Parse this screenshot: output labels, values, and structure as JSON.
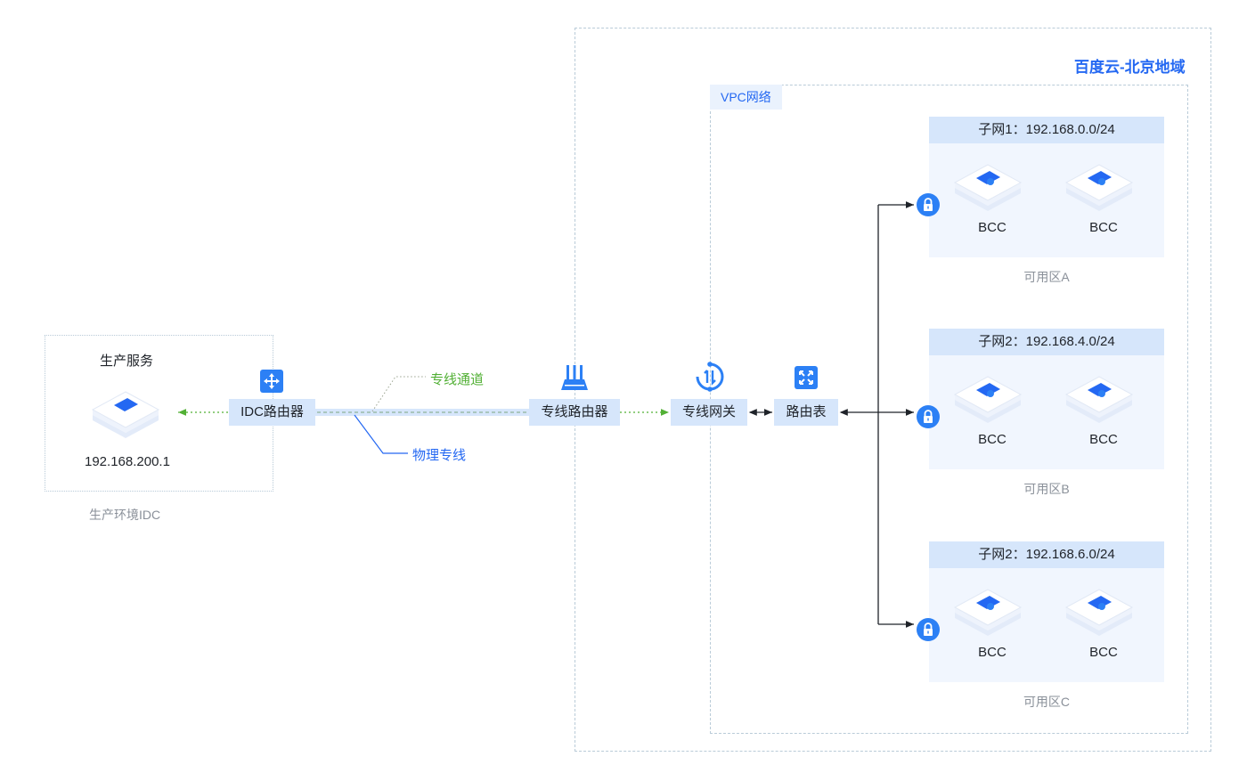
{
  "idc": {
    "service_title": "生产服务",
    "server_ip": "192.168.200.1",
    "env_label": "生产环境IDC",
    "router_label": "IDC路由器"
  },
  "links": {
    "tunnel_label": "专线通道",
    "physical_label": "物理专线",
    "tunnel_color": "#52b035",
    "physical_color": "#2468f2"
  },
  "cloud": {
    "region_title": "百度云-北京地域",
    "dedicated_router_label": "专线路由器",
    "gateway_label": "专线网关",
    "route_table_label": "路由表",
    "vpc_label": "VPC网络",
    "subnets": [
      {
        "header": "子网1：192.168.0.0/24",
        "instances": [
          "BCC",
          "BCC"
        ],
        "zone": "可用区A"
      },
      {
        "header": "子网2：192.168.4.0/24",
        "instances": [
          "BCC",
          "BCC"
        ],
        "zone": "可用区B"
      },
      {
        "header": "子网2：192.168.6.0/24",
        "instances": [
          "BCC",
          "BCC"
        ],
        "zone": "可用区C"
      }
    ]
  },
  "colors": {
    "accent": "#2c80f5",
    "node_bg": "#d6e6fb",
    "subnet_bg": "#f1f6fe",
    "dashed_border": "#b9cbd8"
  }
}
